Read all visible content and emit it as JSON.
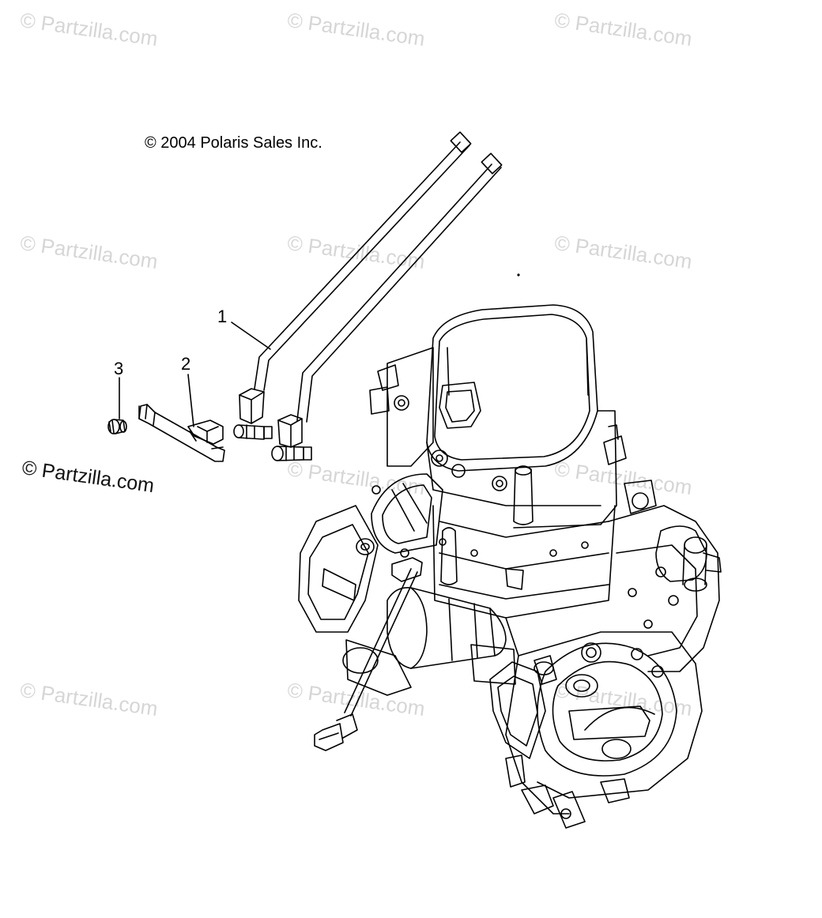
{
  "copyright": "© 2004 Polaris Sales Inc.",
  "watermark": "© Partzilla.com",
  "callouts": [
    {
      "label": "1",
      "part": "fuel-injector-hose"
    },
    {
      "label": "2",
      "part": "fuel-rail-with-injector"
    },
    {
      "label": "3",
      "part": "cap"
    }
  ],
  "colors": {
    "line": "#000000",
    "watermark": "#d6d6d6",
    "background": "#ffffff"
  }
}
